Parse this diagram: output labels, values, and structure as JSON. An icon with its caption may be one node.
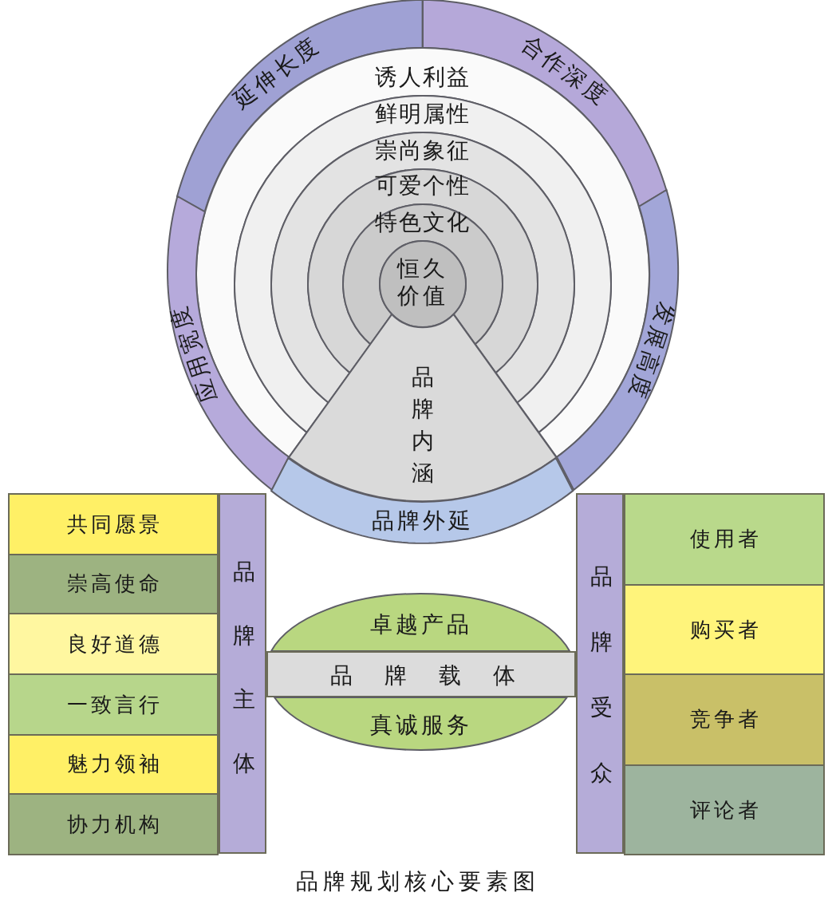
{
  "diagram": {
    "caption": "品牌规划核心要素图",
    "nodes": [
      {
        "text": [
          "延伸长度"
        ]
      },
      {
        "text": [
          "合作深度"
        ]
      },
      {
        "text": [
          "诱人利益"
        ]
      },
      {
        "text": [
          "鲜明属性"
        ],
        "in": 2
      },
      {
        "text": [
          "崇尚象征"
        ],
        "in": 3
      },
      {
        "text": [
          "可爱个性"
        ],
        "in": 4
      },
      {
        "text": [
          "特色文化"
        ],
        "in": 5
      },
      {
        "text": [
          "恒久价值"
        ],
        "in": 6
      },
      {
        "text": [
          "应用宽度"
        ]
      },
      {
        "text": [
          "发展高度"
        ]
      },
      {
        "text": [
          "品牌内涵"
        ]
      },
      {
        "text": [
          "品牌外延"
        ]
      },
      {
        "text": [
          "共同愿景"
        ]
      },
      {
        "text": [
          "崇高使命"
        ]
      },
      {
        "text": [
          "良好道德"
        ]
      },
      {
        "text": [
          "一致言行"
        ]
      },
      {
        "text": [
          "魅力领袖"
        ]
      },
      {
        "text": [
          "协力机构"
        ]
      },
      {
        "text": [
          "品牌主体"
        ]
      },
      {
        "text": [
          "卓越产品"
        ]
      },
      {
        "text": [
          "品牌载体"
        ]
      },
      {
        "text": [
          "真诚服务"
        ]
      },
      {
        "text": [
          "品牌受众"
        ]
      },
      {
        "text": [
          "使用者"
        ]
      },
      {
        "text": [
          "购买者"
        ]
      },
      {
        "text": [
          "竞争者"
        ]
      },
      {
        "text": [
          "评论者"
        ]
      }
    ]
  }
}
